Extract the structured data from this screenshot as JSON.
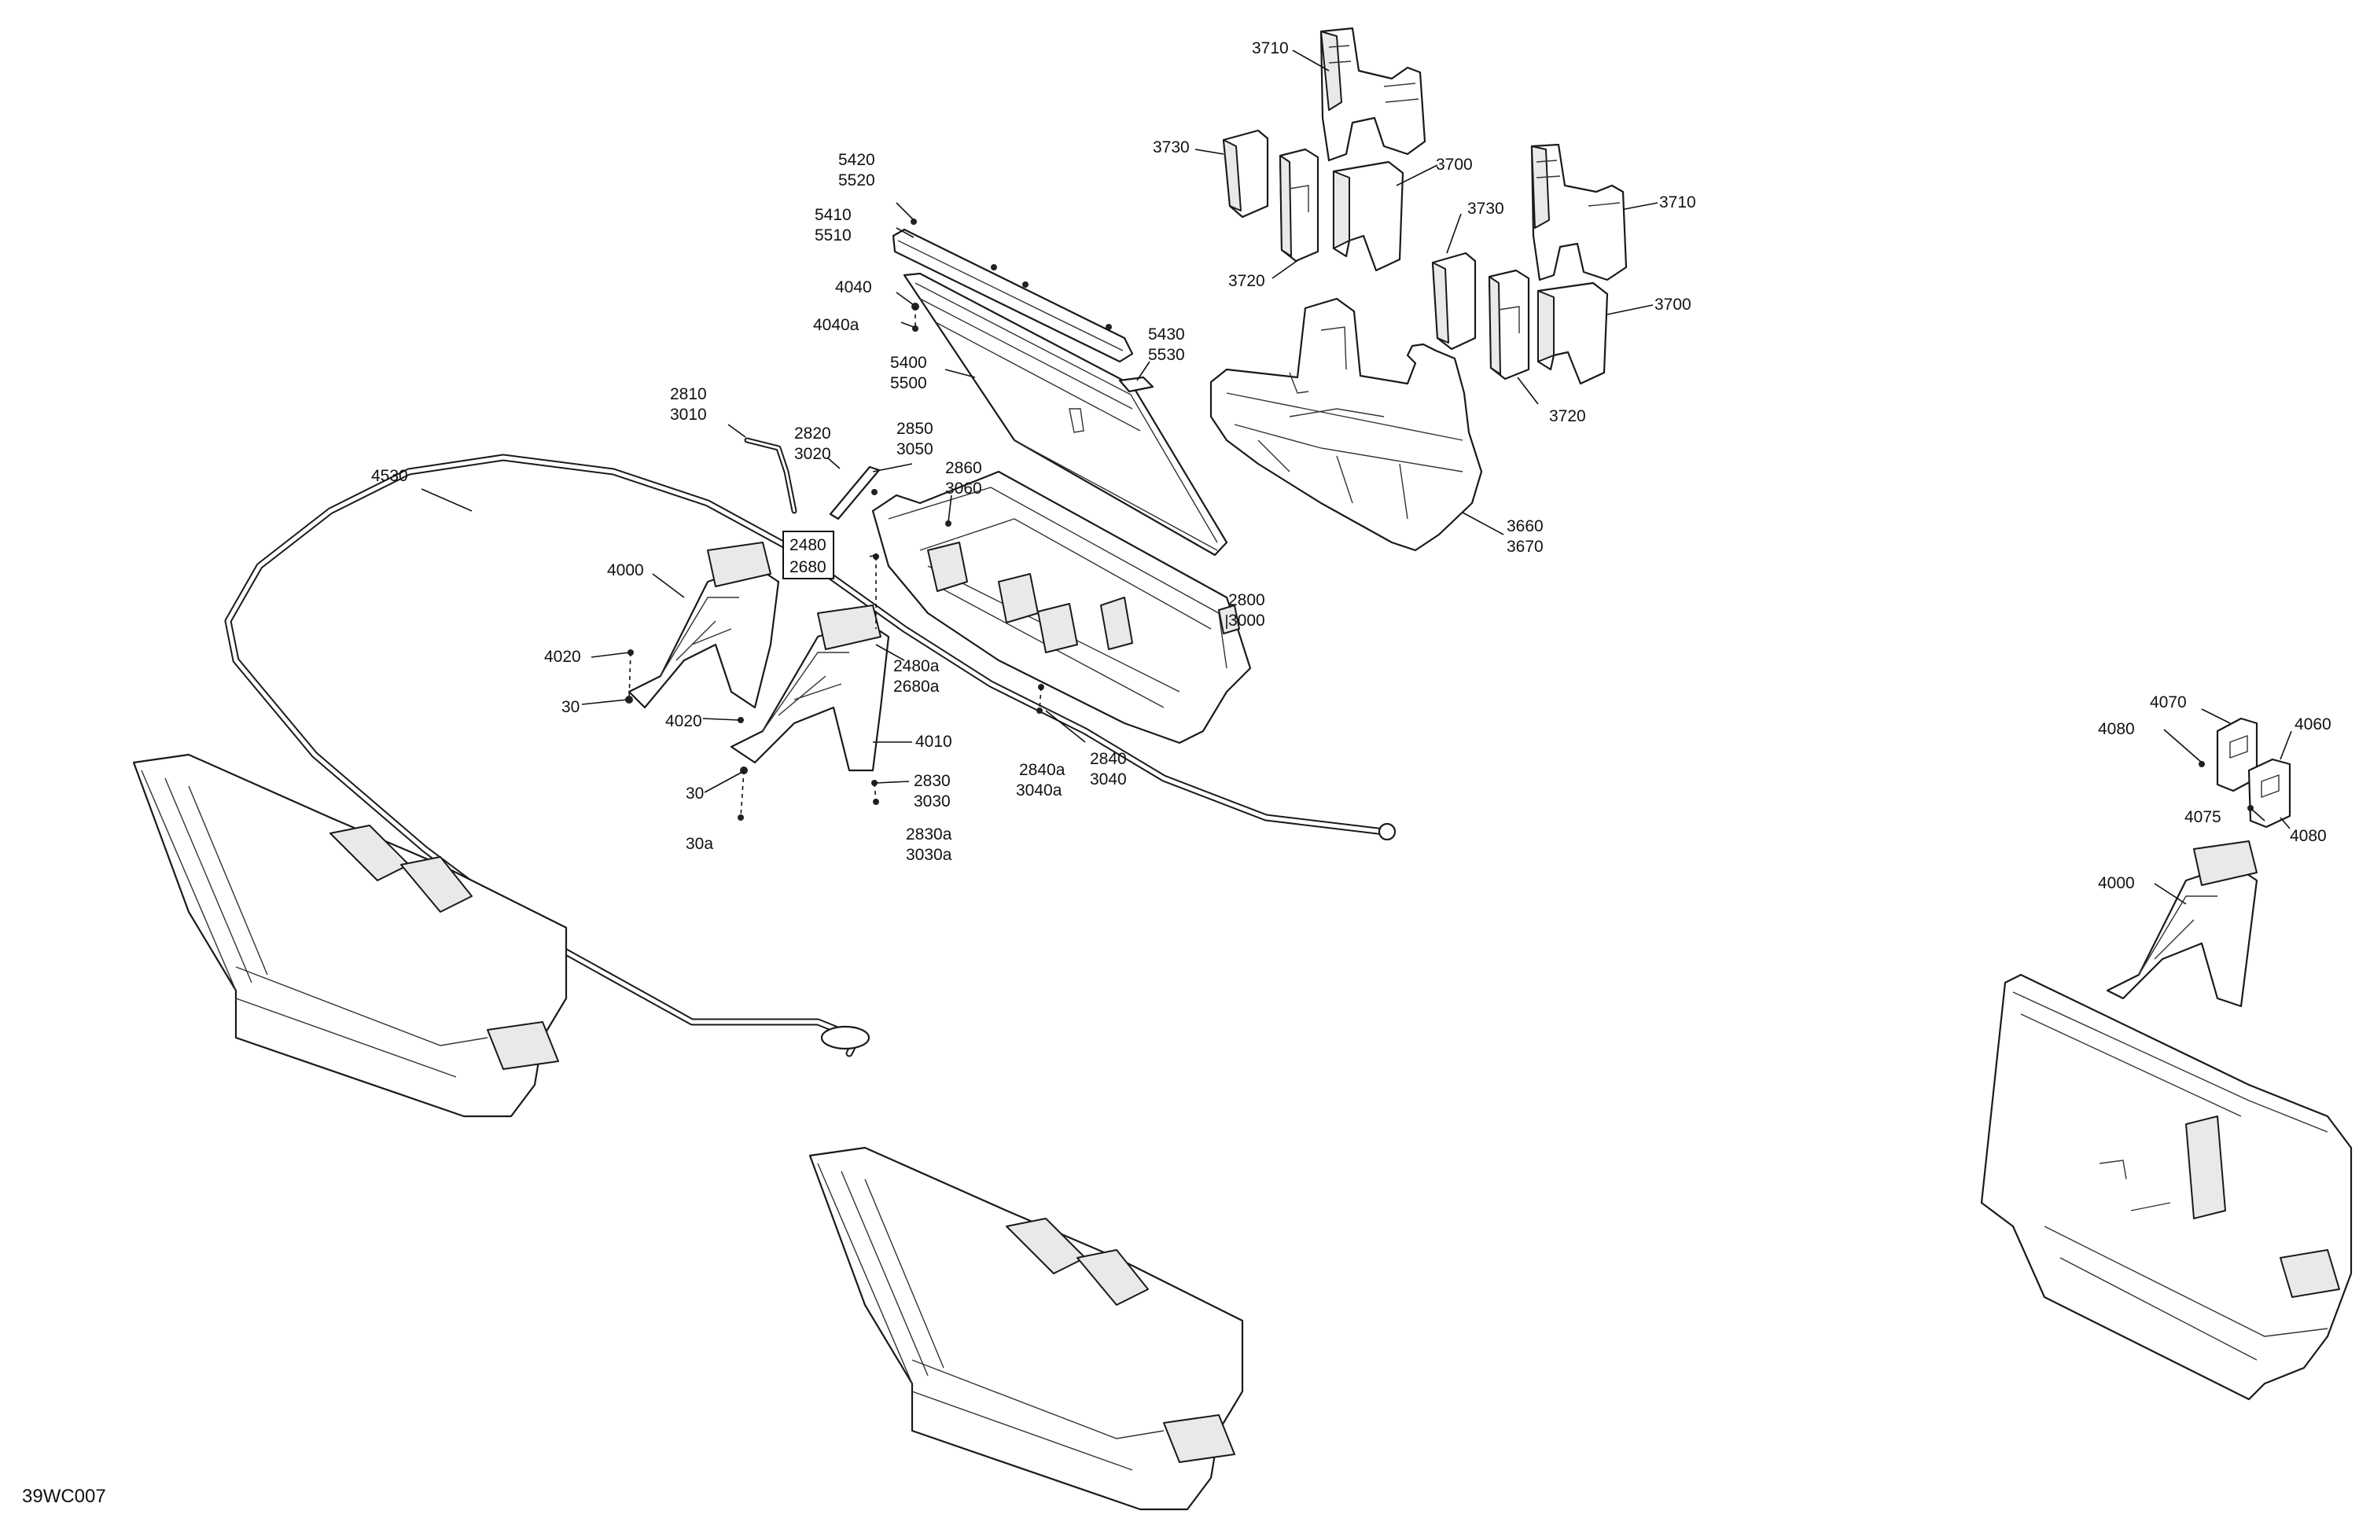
{
  "figure_id": "39WC007",
  "labels": {
    "l5420_5520": [
      "5420",
      "5520"
    ],
    "l5410_5510": [
      "5410",
      "5510"
    ],
    "l4040": "4040",
    "l4040a": "4040a",
    "l5430_5530": [
      "5430",
      "5530"
    ],
    "l5400_5500": [
      "5400",
      "5500"
    ],
    "l2810_3010": [
      "2810",
      "3010"
    ],
    "l2820_3020": [
      "2820",
      "3020"
    ],
    "l2850_3050": [
      "2850",
      "3050"
    ],
    "l2860_3060": [
      "2860",
      "3060"
    ],
    "l4530": "4530",
    "l2480_2680": [
      "2480",
      "2680"
    ],
    "l4000_left": "4000",
    "l4020_a": "4020",
    "l30_a": "30",
    "l4020_b": "4020",
    "l2480a_2680a": [
      "2480a",
      "2680a"
    ],
    "l4010": "4010",
    "l30_b": "30",
    "l2830_3030": [
      "2830",
      "3030"
    ],
    "l30a": "30a",
    "l2830a_3030a": [
      "2830a",
      "3030a"
    ],
    "l2840a_3040a": [
      "2840a",
      "3040a"
    ],
    "l2840_3040": [
      "2840",
      "3040"
    ],
    "l2800_3000": [
      "2800",
      "3000"
    ],
    "l3710_top": "3710",
    "l3730_left": "3730",
    "l3700_top": "3700",
    "l3720_left": "3720",
    "l3730_mid": "3730",
    "l3710_right": "3710",
    "l3700_right": "3700",
    "l3720_right": "3720",
    "l3660_3670": [
      "3660",
      "3670"
    ],
    "l4070": "4070",
    "l4060": "4060",
    "l4080_a": "4080",
    "l4075": "4075",
    "l4080_b": "4080",
    "l4000_right": "4000"
  }
}
